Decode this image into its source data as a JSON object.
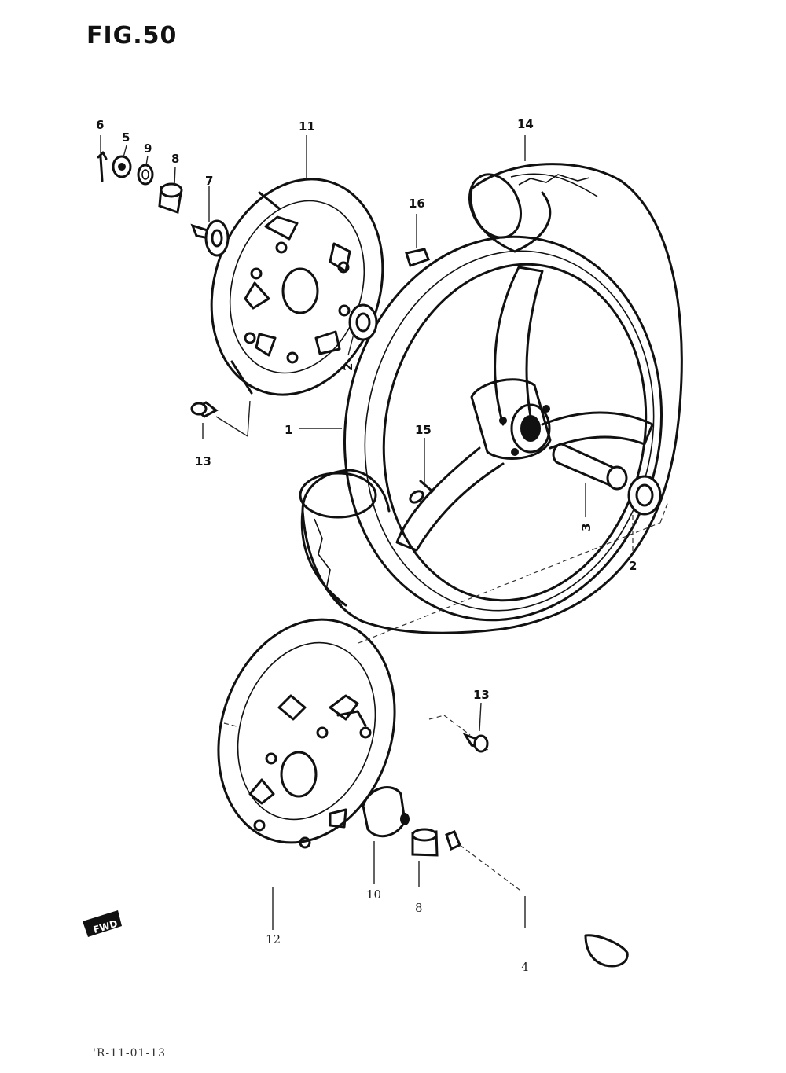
{
  "figure": {
    "title": "FIG.50",
    "footer_code": "'R-11-01-13",
    "fwd_arrow_label": "FWD"
  },
  "callouts": {
    "p1": "1",
    "p2_top": "2",
    "p2_right": "2",
    "p3": "3",
    "p4": "4",
    "p5": "5",
    "p6": "6",
    "p7": "7",
    "p8_top": "8",
    "p8_bottom": "8",
    "p9": "9",
    "p10": "10",
    "p11": "11",
    "p12": "12",
    "p13_top": "13",
    "p13_bottom": "13",
    "p14": "14",
    "p15": "15",
    "p16": "16"
  }
}
